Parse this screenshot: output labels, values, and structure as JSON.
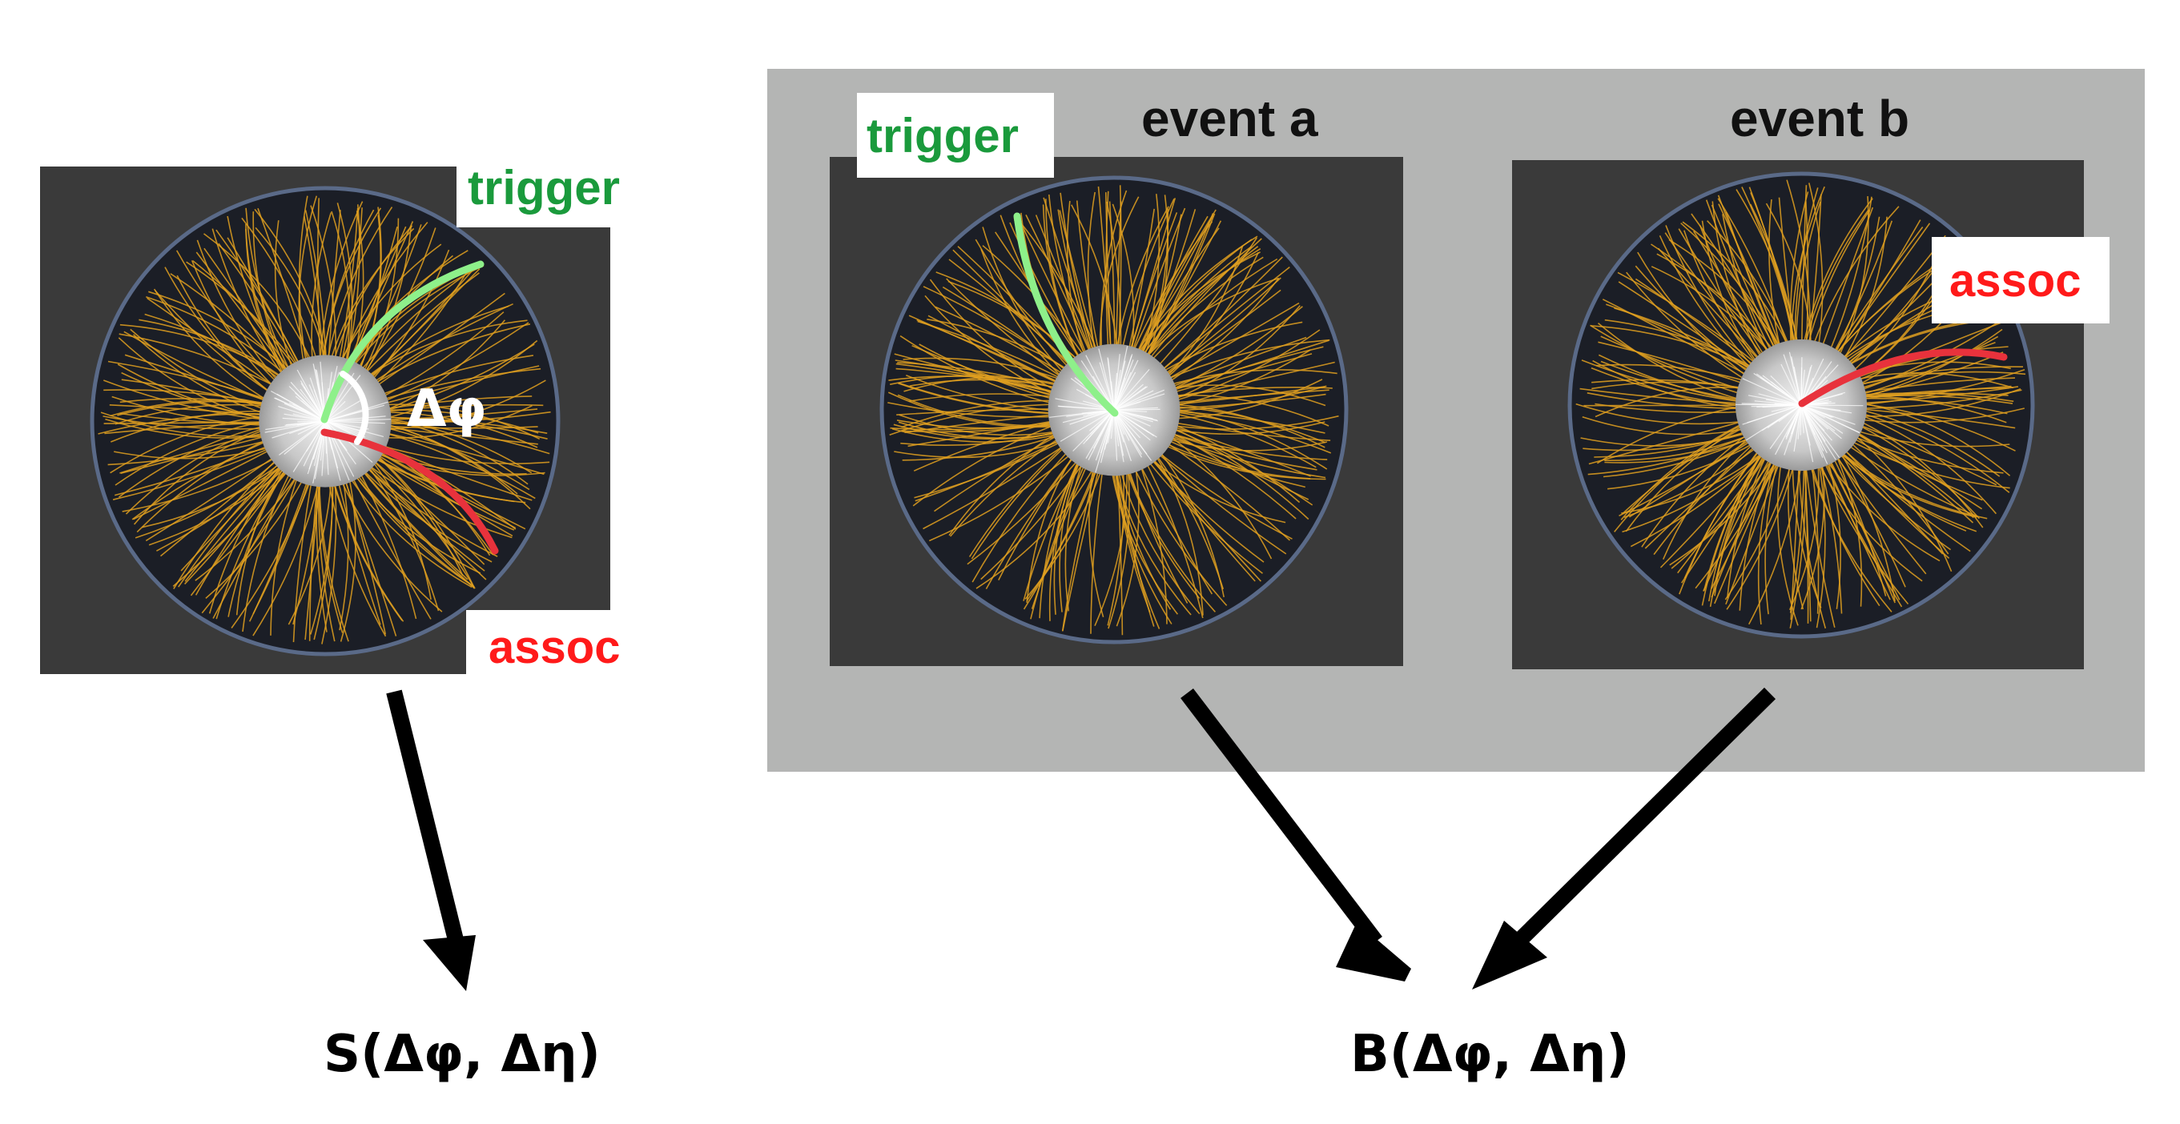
{
  "signal_panel": {
    "trigger_label": "trigger",
    "assoc_label": "assoc",
    "angle_label": "Δφ",
    "formula": "S(Δφ, Δη)"
  },
  "background_panel": {
    "event_a_title": "event a",
    "event_b_title": "event b",
    "trigger_label": "trigger",
    "assoc_label": "assoc",
    "formula": "B(Δφ, Δη)"
  },
  "colors": {
    "trigger_text": "#1a9a3c",
    "trigger_track": "#8ef08a",
    "assoc_text": "#ff1a1a",
    "assoc_track": "#e8323c",
    "event_background": "#3a3a3a",
    "mixed_box": "#b4b5b4",
    "tracks": "#e0a020"
  }
}
